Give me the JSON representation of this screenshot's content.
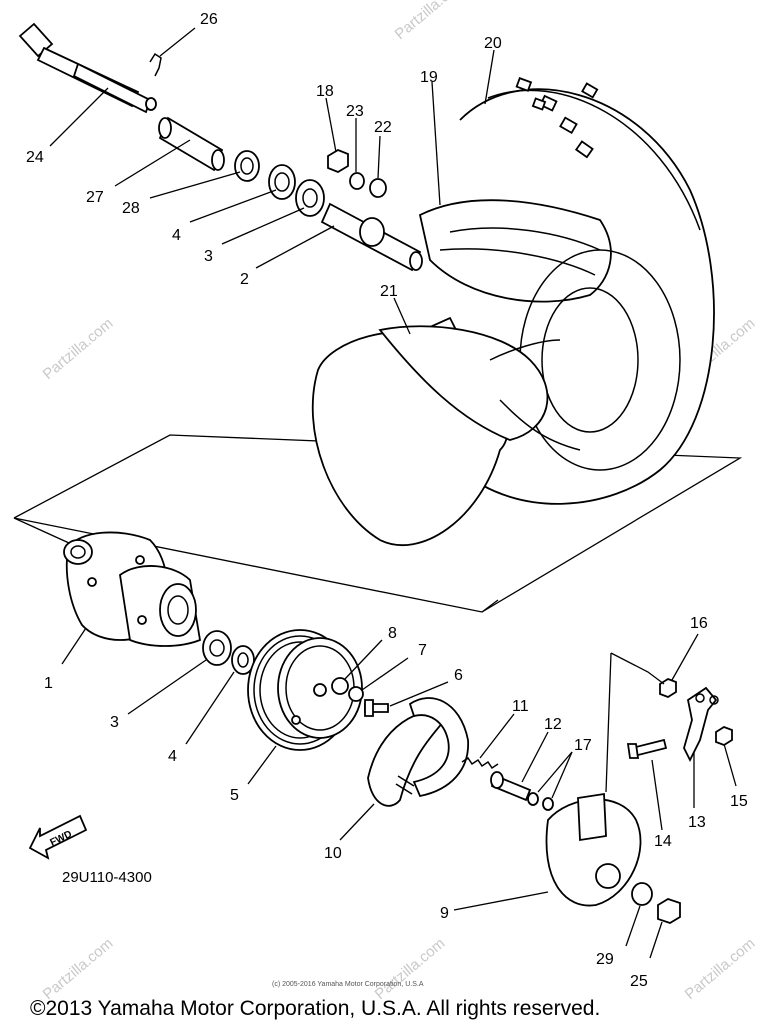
{
  "diagram": {
    "labels": {
      "p1": "1",
      "p2": "2",
      "p3a": "3",
      "p3b": "3",
      "p4a": "4",
      "p4b": "4",
      "p5": "5",
      "p6": "6",
      "p7": "7",
      "p8": "8",
      "p9": "9",
      "p10": "10",
      "p11": "11",
      "p12": "12",
      "p13": "13",
      "p14": "14",
      "p15": "15",
      "p16": "16",
      "p17": "17",
      "p18": "18",
      "p19": "19",
      "p20": "20",
      "p21": "21",
      "p22": "22",
      "p23": "23",
      "p24": "24",
      "p25": "25",
      "p26": "26",
      "p27": "27",
      "p28": "28",
      "p29": "29"
    },
    "diagram_code": "29U110-4300",
    "fwd_label": "FWD",
    "watermark": "Partzilla.com",
    "small_copyright": "(c) 2005-2016 Yamaha Motor Corporation, U.S.A",
    "copyright": "©2013 Yamaha Motor Corporation, U.S.A. All rights reserved."
  }
}
